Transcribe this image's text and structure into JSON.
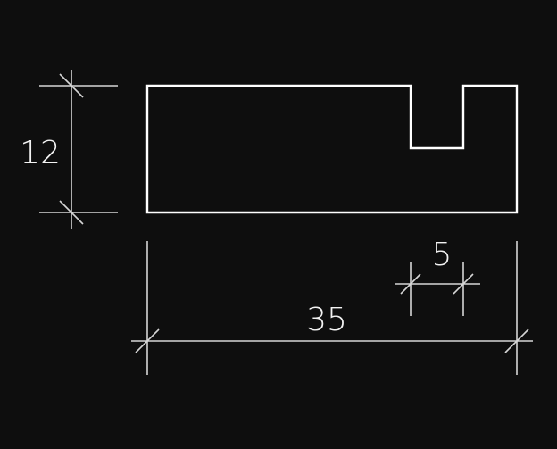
{
  "colors": {
    "background": "#0e0e0e",
    "outline": "#ffffff",
    "dimension_lines": "#d6d6d6",
    "text": "#f2f2f2"
  },
  "dimensions": {
    "height": "12",
    "total_width": "35",
    "slot_width": "5"
  }
}
